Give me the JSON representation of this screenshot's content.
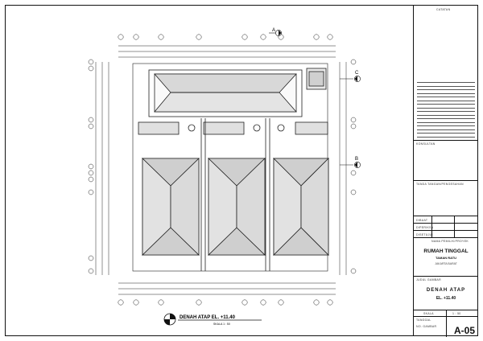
{
  "drawing": {
    "caption": "DENAH ATAP EL. +11.40",
    "scale": "SKALA 1 : 50",
    "section_markers": [
      "A",
      "B",
      "C"
    ]
  },
  "titleblock": {
    "catatan": "CATATAN",
    "konsultan": "KONSULTAN",
    "tanda_tangan": "TANDA TANGAN/PENGESAHAN",
    "sign_rows": [
      "DIBUAT",
      "DIPERIKSA",
      "DISETUJUI"
    ],
    "pemilik_label": "NAMA PEMILIK/PROYEK",
    "project_title": "RUMAH TINGGAL",
    "project_sub": "TAMAN RATU",
    "project_loc": "JAKARTA BARAT",
    "judul_label": "JUDUL GAMBAR",
    "sheet_title_1": "DENAH ATAP",
    "sheet_title_2": "EL. +11.40",
    "skala_label": "SKALA",
    "skala_value": "1 : 50",
    "tanggal_label": "TANGGAL",
    "no_gambar_label": "NO. GAMBAR",
    "sheet_no": "A-05"
  }
}
